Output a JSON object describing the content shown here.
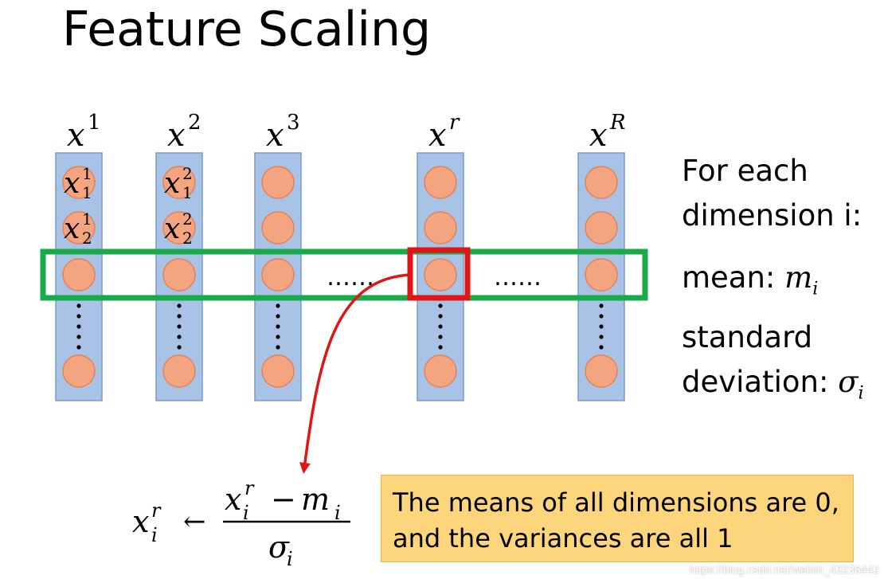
{
  "title": "Feature Scaling",
  "columns": [
    {
      "label_base": "x",
      "label_sup": "1",
      "element_labels": [
        {
          "base": "x",
          "sup": "1",
          "sub": "1"
        },
        {
          "base": "x",
          "sup": "1",
          "sub": "2"
        }
      ]
    },
    {
      "label_base": "x",
      "label_sup": "2",
      "element_labels": [
        {
          "base": "x",
          "sup": "2",
          "sub": "1"
        },
        {
          "base": "x",
          "sup": "2",
          "sub": "2"
        }
      ]
    },
    {
      "label_base": "x",
      "label_sup": "3",
      "element_labels": []
    },
    {
      "label_base": "x",
      "label_sup": "r",
      "element_labels": []
    },
    {
      "label_base": "x",
      "label_sup": "R",
      "element_labels": []
    }
  ],
  "ellipsis": "……",
  "side_text": {
    "line1": "For each",
    "line2": "dimension i:",
    "mean_label": "mean: ",
    "mean_symbol": "m",
    "mean_sub": "i",
    "std_line1": "standard",
    "std_line2": "deviation: ",
    "std_symbol": "σ",
    "std_sub": "i"
  },
  "formula": {
    "lhs_base": "x",
    "lhs_sup": "r",
    "lhs_sub": "i",
    "arrow": "←",
    "num_base": "x",
    "num_sup": "r",
    "num_sub": "i",
    "minus": "−",
    "num_m": "m",
    "num_m_sub": "i",
    "den": "σ",
    "den_sub": "i"
  },
  "note": {
    "line1": "The means of all dimensions are 0,",
    "line2": "and the variances are all 1"
  },
  "watermark": "https://blog.csdn.net/weixin_43236442",
  "colors": {
    "column_fill": "#a8c3e6",
    "column_stroke": "#7a9ccb",
    "node_fill": "#f4a57f",
    "node_stroke": "#e0835b",
    "row_highlight": "#1aaa4b",
    "cell_highlight": "#e01515",
    "arrow": "#e01515",
    "note_fill": "#fdd57c"
  }
}
